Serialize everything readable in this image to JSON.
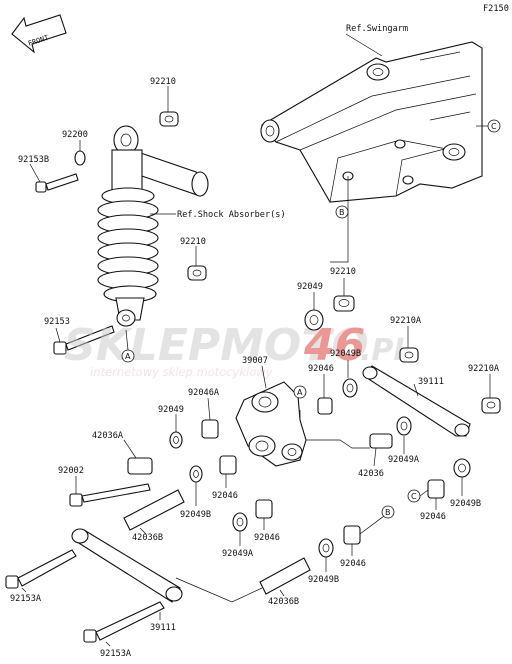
{
  "figure_code": "F2150",
  "front_arrow_label": "FRONT",
  "watermark": {
    "brand_prefix": "SKLEPMOTO",
    "brand_number": "46",
    "brand_suffix": ".PL",
    "tagline": "internetowy sklep motocyklowy",
    "color_grey": "#c8c8c8",
    "color_red": "#d9342b"
  },
  "references": {
    "swingarm": "Ref.Swingarm",
    "shock_absorber": "Ref.Shock Absorber(s)"
  },
  "circle_markers": {
    "a": "A",
    "b": "B",
    "c": "C"
  },
  "part_labels": {
    "p92210_top": "92210",
    "p92200": "92200",
    "p92153B": "92153B",
    "p92210_mid": "92210",
    "p92153": "92153",
    "p92210_link": "92210",
    "p92049_top": "92049",
    "p92210A_top": "92210A",
    "p39007": "39007",
    "p92049B_top": "92049B",
    "p92046_top": "92046",
    "p39111_top": "39111",
    "p92210A_right": "92210A",
    "p92046A": "92046A",
    "p92049_mid": "92049",
    "p42036A": "42036A",
    "p42036_mid": "42036",
    "p92049A_right": "92049A",
    "p92002": "92002",
    "p92046_mid": "92046",
    "p92049B_mid": "92049B",
    "p92049B_right": "92049B",
    "p92046_right": "92046",
    "p42036B_mid": "42036B",
    "p92046_low": "92046",
    "p92049A_low": "92049A",
    "p92046_bottom": "92046",
    "p92049B_bottom": "92049B",
    "p42036B_bottom": "42036B",
    "p92153A_left": "92153A",
    "p39111_bottom": "39111",
    "p92153A_bottom": "92153A"
  }
}
